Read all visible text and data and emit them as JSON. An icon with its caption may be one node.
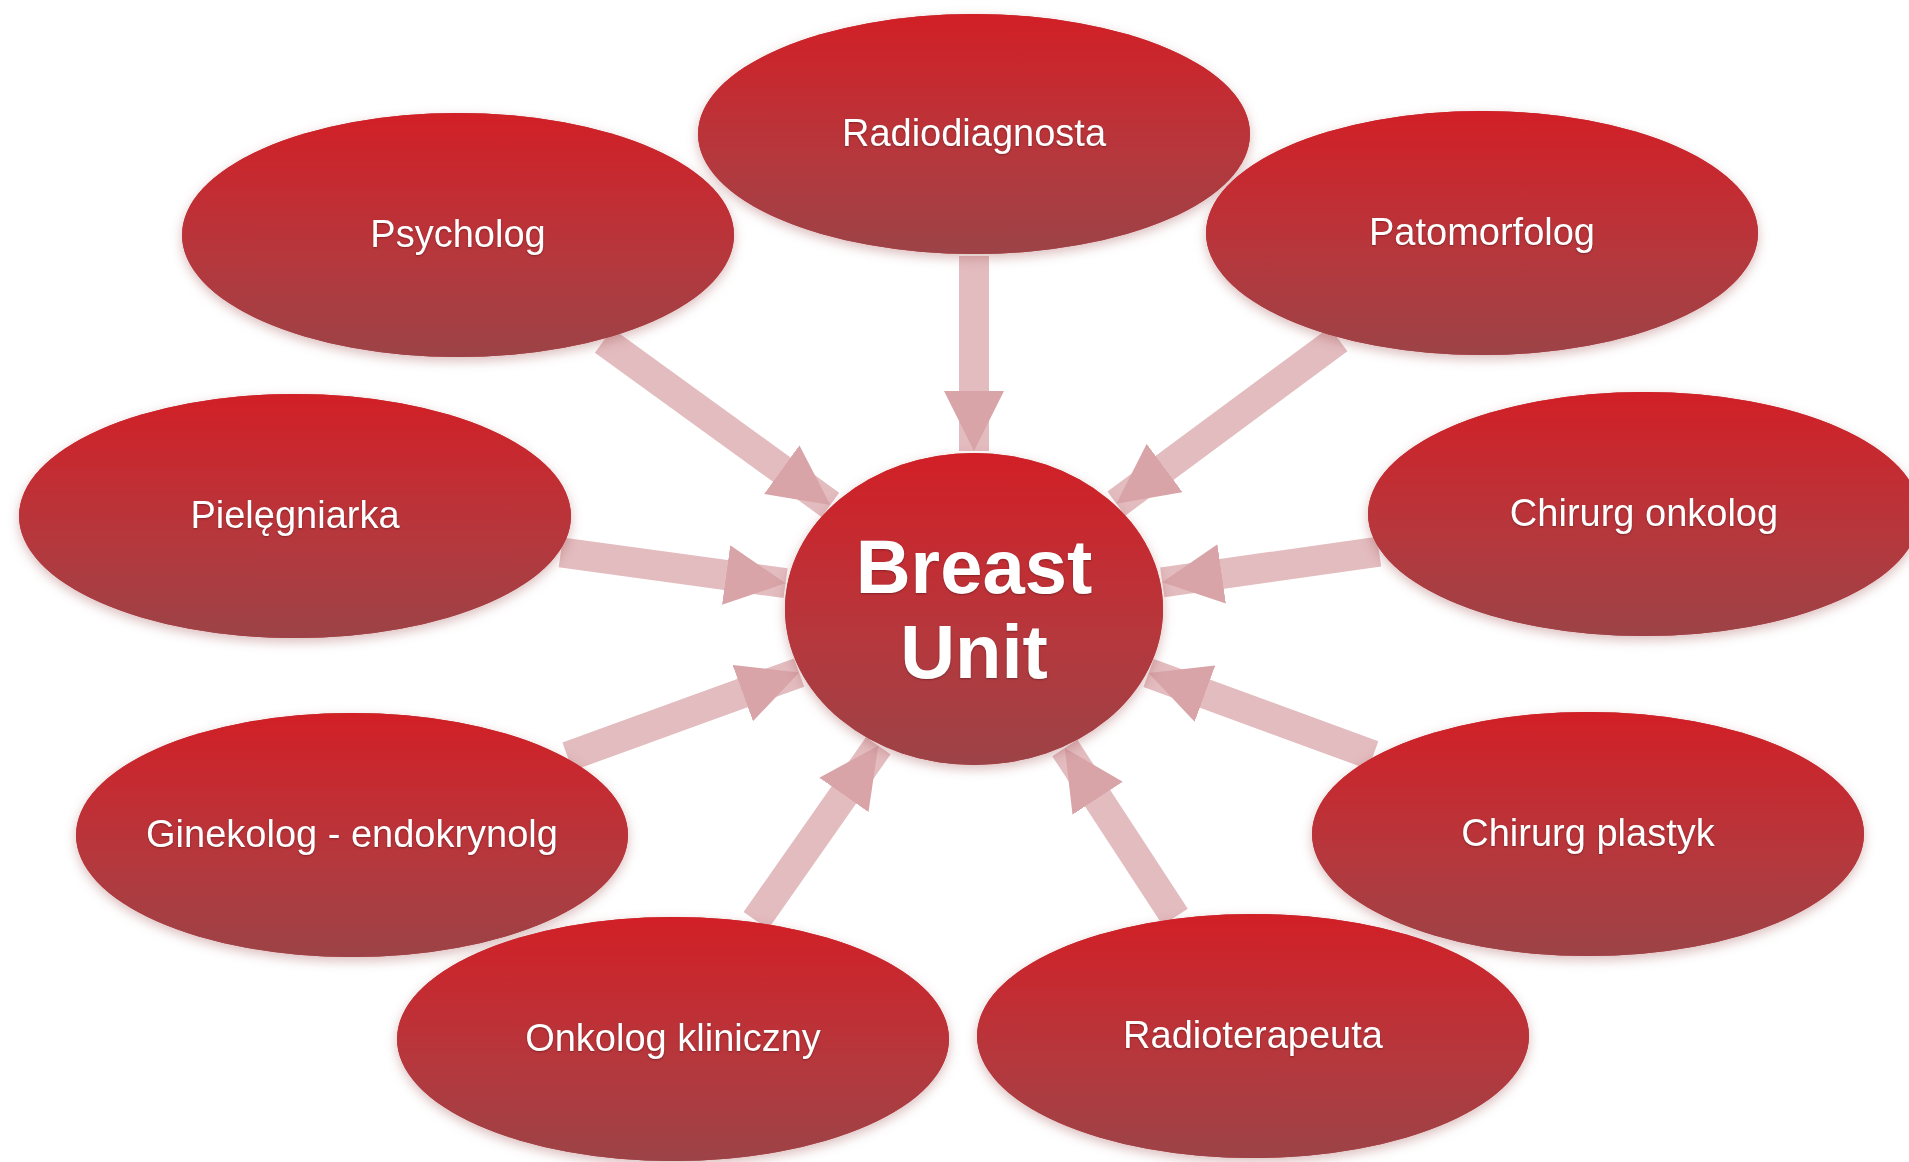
{
  "diagram": {
    "nodes": [
      {
        "text": [
          "Radiodiagnosta"
        ]
      },
      {
        "text": [
          "Psycholog"
        ]
      },
      {
        "text": [
          "Patomorfolog"
        ]
      },
      {
        "text": [
          "Pielęgniarka"
        ]
      },
      {
        "text": [
          "Chirurg onkolog"
        ]
      },
      {
        "text": [
          "Breast Unit"
        ]
      },
      {
        "text": [
          "Ginekolog - endokrynolg"
        ]
      },
      {
        "text": [
          "Chirurg plastyk"
        ]
      },
      {
        "text": [
          "Onkolog kliniczny"
        ]
      },
      {
        "text": [
          "Radioterapeuta"
        ]
      }
    ],
    "edges": [
      {
        "from": 0,
        "to": 5,
        "arrow": "to"
      },
      {
        "from": 1,
        "to": 5,
        "arrow": "to"
      },
      {
        "from": 2,
        "to": 5,
        "arrow": "to"
      },
      {
        "from": 3,
        "to": 5,
        "arrow": "to"
      },
      {
        "from": 4,
        "to": 5,
        "arrow": "to"
      },
      {
        "from": 6,
        "to": 5,
        "arrow": "to"
      },
      {
        "from": 7,
        "to": 5,
        "arrow": "to"
      },
      {
        "from": 8,
        "to": 5,
        "arrow": "to"
      },
      {
        "from": 9,
        "to": 5,
        "arrow": "to"
      }
    ]
  }
}
